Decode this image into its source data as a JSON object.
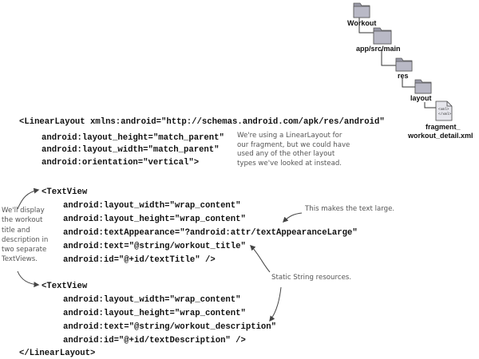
{
  "tree": {
    "folders": [
      "Workout",
      "app/src/main",
      "res",
      "layout"
    ],
    "file_icon_text": "<xml>\n</xml>",
    "file_label_line1": "fragment_",
    "file_label_line2": "workout_detail.xml"
  },
  "code": {
    "lines": [
      "<LinearLayout xmlns:android=\"http://schemas.android.com/apk/res/android\"",
      "android:layout_height=\"match_parent\"",
      "android:layout_width=\"match_parent\"",
      "android:orientation=\"vertical\">",
      "<TextView",
      "android:layout_width=\"wrap_content\"",
      "android:layout_height=\"wrap_content\"",
      "android:textAppearance=\"?android:attr/textAppearanceLarge\"",
      "android:text=\"@string/workout_title\"",
      "android:id=\"@+id/textTitle\" />",
      "<TextView",
      "android:layout_width=\"wrap_content\"",
      "android:layout_height=\"wrap_content\"",
      "android:text=\"@string/workout_description\"",
      "android:id=\"@+id/textDescription\" />",
      "</LinearLayout>"
    ]
  },
  "annotations": {
    "linearlayout_note": [
      "We're using a LinearLayout for",
      "our fragment, but we could have",
      "used any of the other layout",
      "types we've looked at instead."
    ],
    "display_note": [
      "We'll display",
      "the workout",
      "title and",
      "description in",
      "two separate",
      "TextViews."
    ],
    "large_note": "This makes the text large.",
    "string_note": "Static String resources."
  }
}
